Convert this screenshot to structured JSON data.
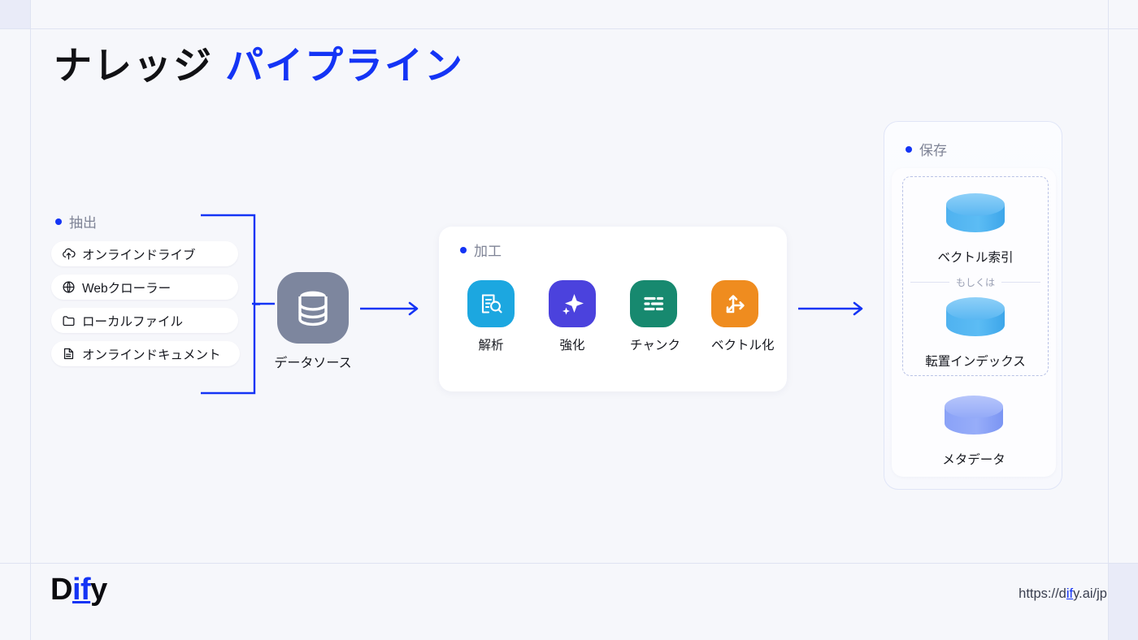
{
  "slide": {
    "title_primary": "ナレッジ ",
    "title_accent": "パイプライン",
    "bg_color": "#f6f7fb",
    "accent_color": "#1434f5"
  },
  "extract": {
    "label": "抽出",
    "items": [
      {
        "label": "オンラインドライブ",
        "icon": "cloud-upload-icon"
      },
      {
        "label": "Webクローラー",
        "icon": "globe-icon"
      },
      {
        "label": "ローカルファイル",
        "icon": "folder-icon"
      },
      {
        "label": "オンラインドキュメント",
        "icon": "document-icon"
      }
    ]
  },
  "datasource": {
    "label": "データソース",
    "icon": "database-icon",
    "color": "#7d869e"
  },
  "process": {
    "label": "加工",
    "items": [
      {
        "label": "解析",
        "icon": "document-search-icon",
        "color": "#1ca7e0"
      },
      {
        "label": "強化",
        "icon": "sparkle-icon",
        "color": "#4b42dd"
      },
      {
        "label": "チャンク",
        "icon": "chunk-lines-icon",
        "color": "#17896f"
      },
      {
        "label": "ベクトル化",
        "icon": "vector-arrows-icon",
        "color": "#ef8c1f"
      }
    ]
  },
  "storage": {
    "label": "保存",
    "or_label": "もしくは",
    "indexes": [
      {
        "label": "ベクトル索引",
        "icon": "cylinder-icon",
        "color": "#59b5f0"
      },
      {
        "label": "転置インデックス",
        "icon": "cylinder-icon",
        "color": "#59b5f0"
      }
    ],
    "extra": [
      {
        "label": "メタデータ",
        "icon": "cylinder-icon",
        "color": "#8ba4f7"
      }
    ]
  },
  "footer": {
    "logo_a": "D",
    "logo_b": "if",
    "logo_c": "y",
    "url_a": "https://d",
    "url_b": "if",
    "url_c": "y.ai/jp"
  }
}
